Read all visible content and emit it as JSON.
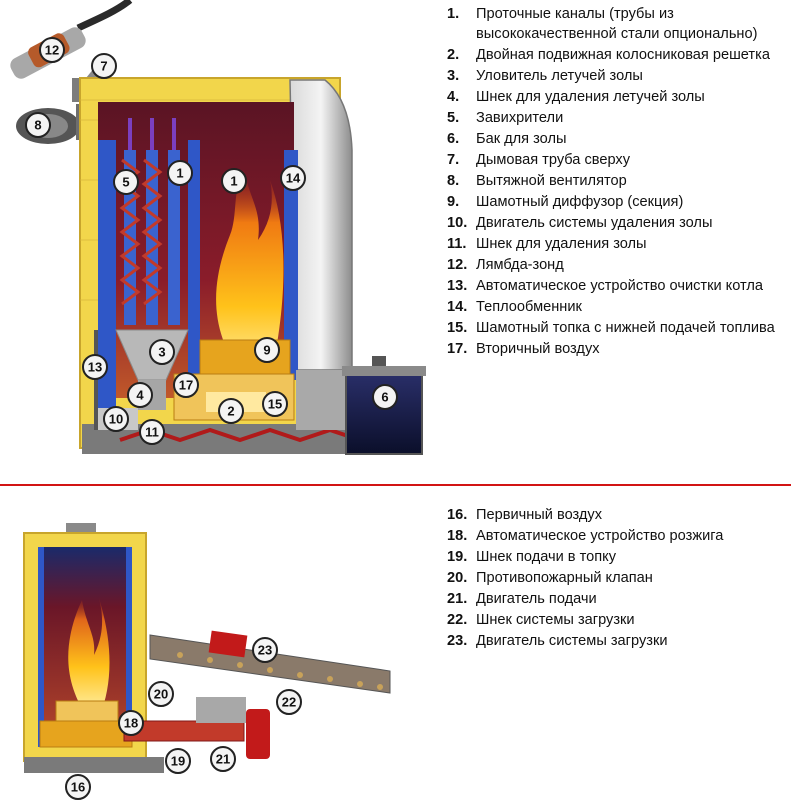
{
  "top_legend": {
    "items": [
      {
        "num": "1.",
        "text": "Проточные каналы (трубы из высококачественной стали опционально)"
      },
      {
        "num": "2.",
        "text": "Двойная подвижная колосниковая решетка"
      },
      {
        "num": "3.",
        "text": "Уловитель летучей золы"
      },
      {
        "num": "4.",
        "text": "Шнек для удаления летучей золы"
      },
      {
        "num": "5.",
        "text": "Завихрители"
      },
      {
        "num": "6.",
        "text": "Бак для золы"
      },
      {
        "num": "7.",
        "text": "Дымовая труба сверху"
      },
      {
        "num": "8.",
        "text": "Вытяжной вентилятор"
      },
      {
        "num": "9.",
        "text": "Шамотный диффузор (секция)"
      },
      {
        "num": "10.",
        "text": "Двигатель системы удаления золы"
      },
      {
        "num": "11.",
        "text": "Шнек для удаления золы"
      },
      {
        "num": "12.",
        "text": "Лямбда-зонд"
      },
      {
        "num": "13.",
        "text": "Автоматическое устройство очистки котла"
      },
      {
        "num": "14.",
        "text": "Теплообменник"
      },
      {
        "num": "15.",
        "text": "Шамотный топка с нижней подачей топлива"
      },
      {
        "num": "17.",
        "text": "Вторичный воздух"
      }
    ]
  },
  "bottom_legend": {
    "items": [
      {
        "num": "16.",
        "text": "Первичный воздух"
      },
      {
        "num": "18.",
        "text": "Автоматическое устройство розжига"
      },
      {
        "num": "19.",
        "text": "Шнек подачи в топку"
      },
      {
        "num": "20.",
        "text": "Противопожарный клапан"
      },
      {
        "num": "21.",
        "text": "Двигатель подачи"
      },
      {
        "num": "22.",
        "text": "Шнек системы загрузки"
      },
      {
        "num": "23.",
        "text": "Двигатель системы загрузки"
      }
    ]
  },
  "top_callouts": [
    "12",
    "7",
    "8",
    "5",
    "1",
    "1",
    "14",
    "3",
    "9",
    "13",
    "4",
    "17",
    "2",
    "15",
    "10",
    "11",
    "6"
  ],
  "bottom_callouts": [
    "23",
    "20",
    "22",
    "18",
    "19",
    "21",
    "16"
  ],
  "colors": {
    "insulation": "#f2d64b",
    "steel": "#2f57c7",
    "chamber": "#7a1620",
    "flame": "#ffb21a",
    "casing": "#9a9a9a",
    "divider": "#d21414"
  }
}
